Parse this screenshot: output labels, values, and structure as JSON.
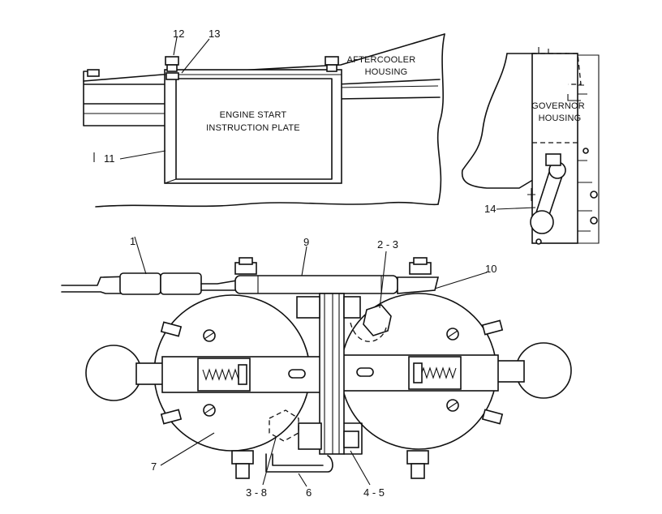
{
  "callouts": {
    "c1": "1",
    "c2_3": "2 - 3",
    "c3_8": "3 - 8",
    "c4_5": "4 - 5",
    "c6": "6",
    "c7": "7",
    "c9": "9",
    "c10": "10",
    "c11": "11",
    "c12": "12",
    "c13": "13",
    "c14": "14"
  },
  "labels": {
    "aftercooler_line1": "AFTERCOOLER",
    "aftercooler_line2": "HOUSING",
    "plate_line1": "ENGINE START",
    "plate_line2": "INSTRUCTION PLATE",
    "governor_line1": "GOVERNOR",
    "governor_line2": "HOUSING"
  }
}
